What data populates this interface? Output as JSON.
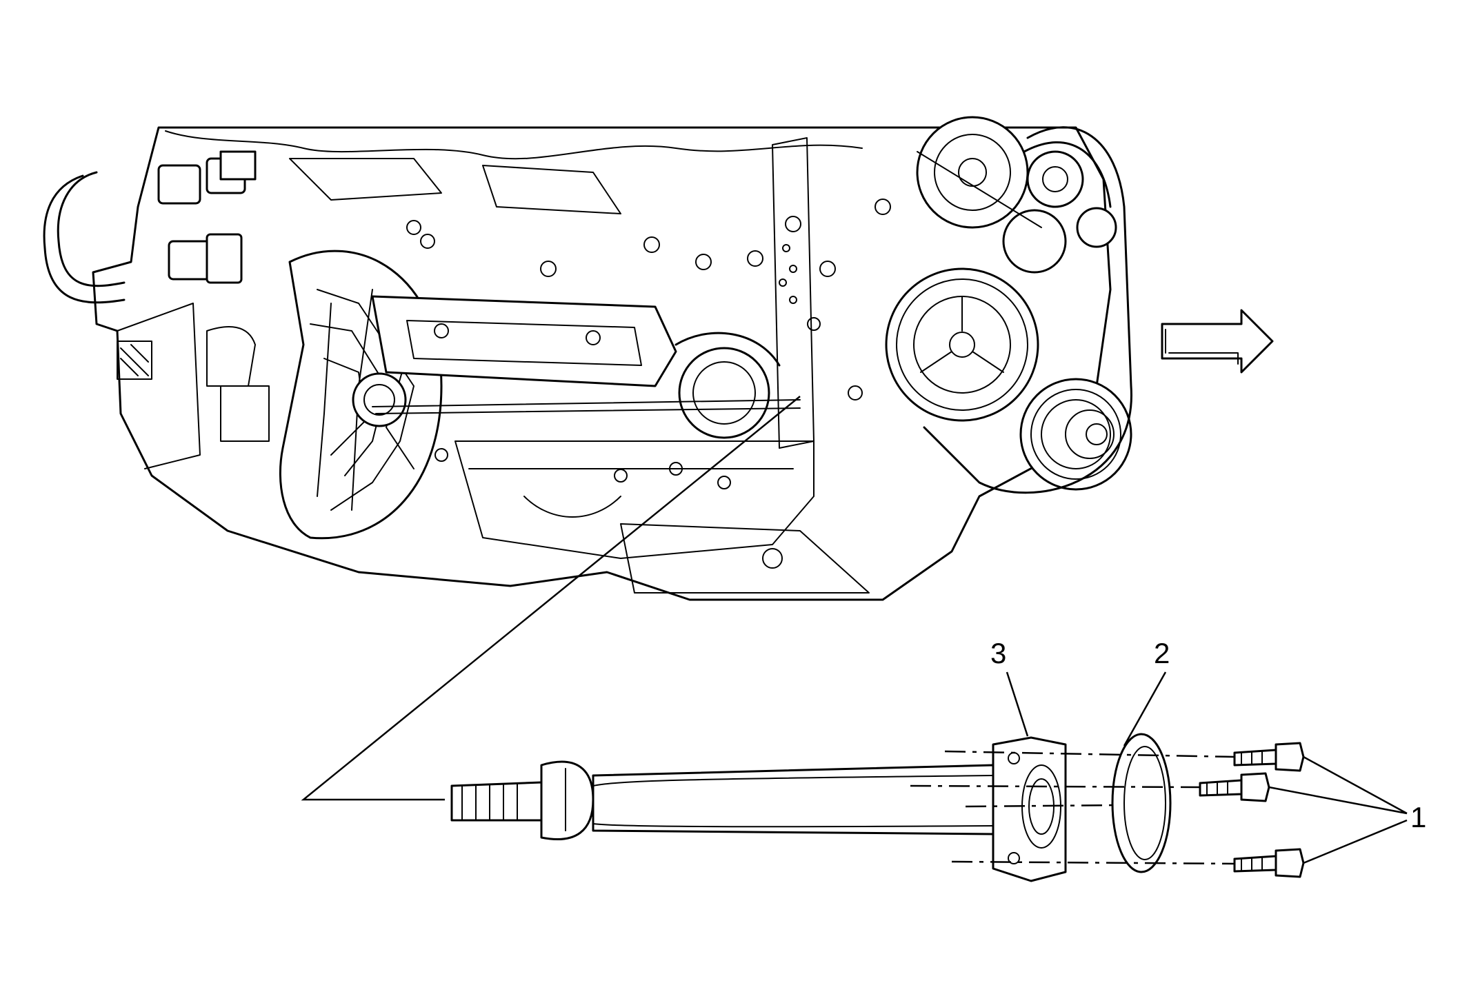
{
  "diagram": {
    "callouts": [
      {
        "id": "bolts",
        "label": "1"
      },
      {
        "id": "seal",
        "label": "2"
      },
      {
        "id": "shaft",
        "label": "3"
      }
    ],
    "icons": {
      "direction_arrow": "right-arrow-icon"
    }
  }
}
